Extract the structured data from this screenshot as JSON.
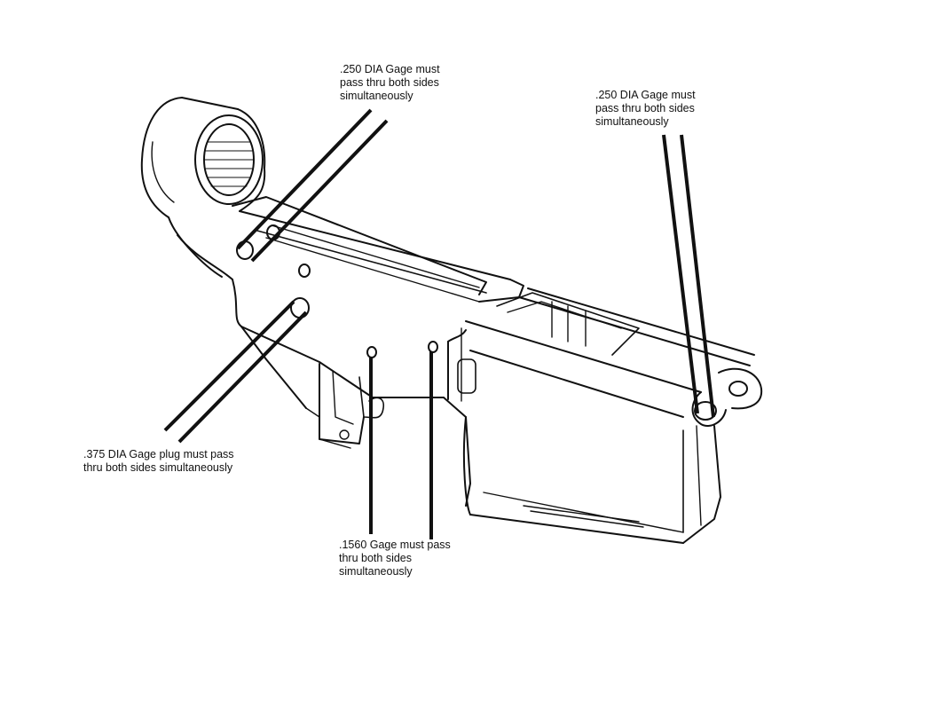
{
  "callouts": {
    "top_left": {
      "lines": [
        ".250 DIA Gage must",
        "pass thru both sides",
        "simultaneously"
      ]
    },
    "top_right": {
      "lines": [
        ".250 DIA Gage must",
        "pass thru both sides",
        "simultaneously"
      ]
    },
    "bottom_left": {
      "lines": [
        ".375 DIA Gage plug must pass",
        "thru both sides simultaneously"
      ]
    },
    "bottom_center": {
      "lines": [
        ".1560 Gage must pass",
        "thru both sides",
        "simultaneously"
      ]
    }
  },
  "colors": {
    "line": "#111111",
    "background": "#ffffff"
  }
}
